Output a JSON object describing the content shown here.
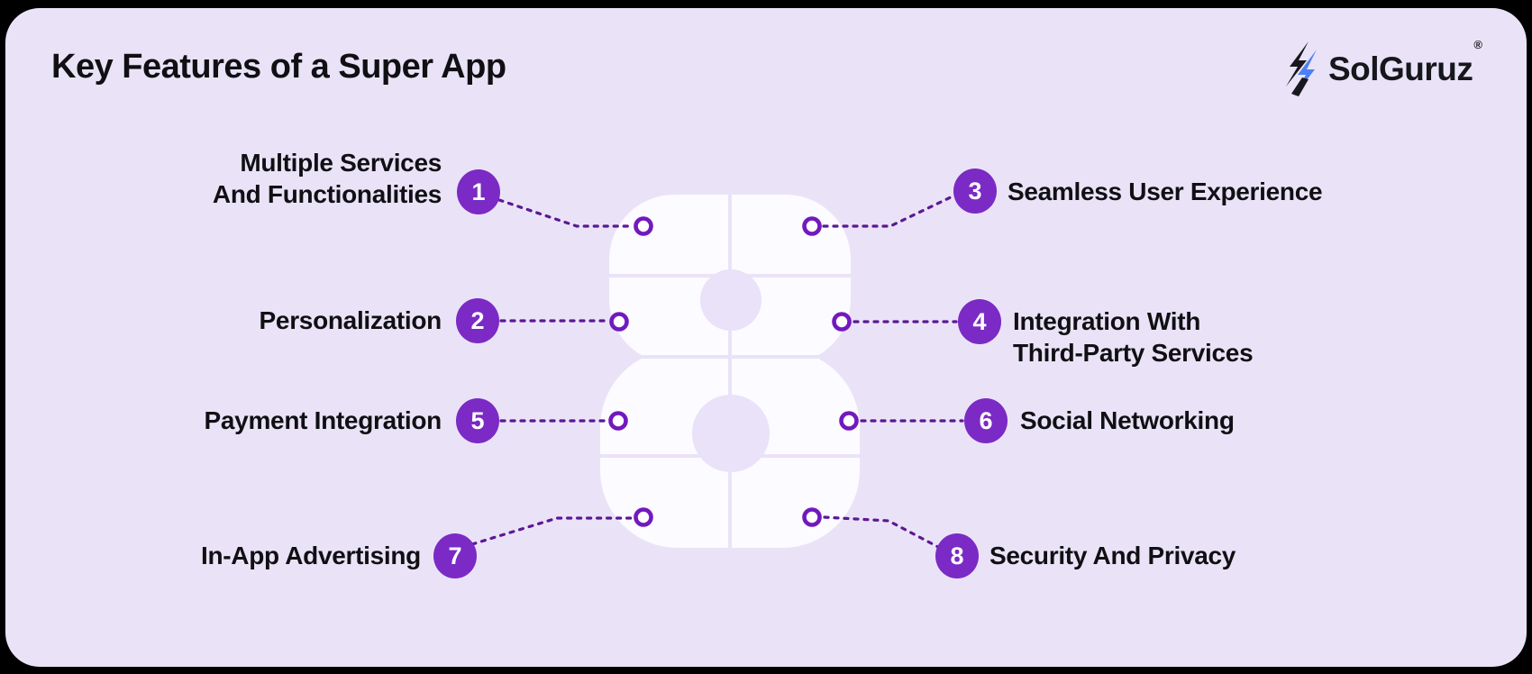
{
  "title": "Key Features of a Super App",
  "logo": {
    "text": "SolGuruz",
    "registered": "®"
  },
  "center_figure": "8",
  "features": [
    {
      "num": "1",
      "label": "Multiple Services\nAnd Functionalities",
      "side": "left"
    },
    {
      "num": "2",
      "label": "Personalization",
      "side": "left"
    },
    {
      "num": "3",
      "label": "Seamless User Experience",
      "side": "right"
    },
    {
      "num": "4",
      "label": "Integration With\nThird-Party Services",
      "side": "right"
    },
    {
      "num": "5",
      "label": "Payment Integration",
      "side": "left"
    },
    {
      "num": "6",
      "label": "Social Networking",
      "side": "right"
    },
    {
      "num": "7",
      "label": "In-App Advertising",
      "side": "left"
    },
    {
      "num": "8",
      "label": "Security And Privacy",
      "side": "right"
    }
  ],
  "colors": {
    "frame": "#000000",
    "panel_background": "#EAE3F7",
    "figure_fill": "#FCFBFF",
    "badge_purple": "#7B2AC5",
    "dot_line_purple": "#5B1895",
    "node_ring_purple": "#7119BE",
    "text_dark": "#101014",
    "logo_blue": "#4D7FF7"
  }
}
